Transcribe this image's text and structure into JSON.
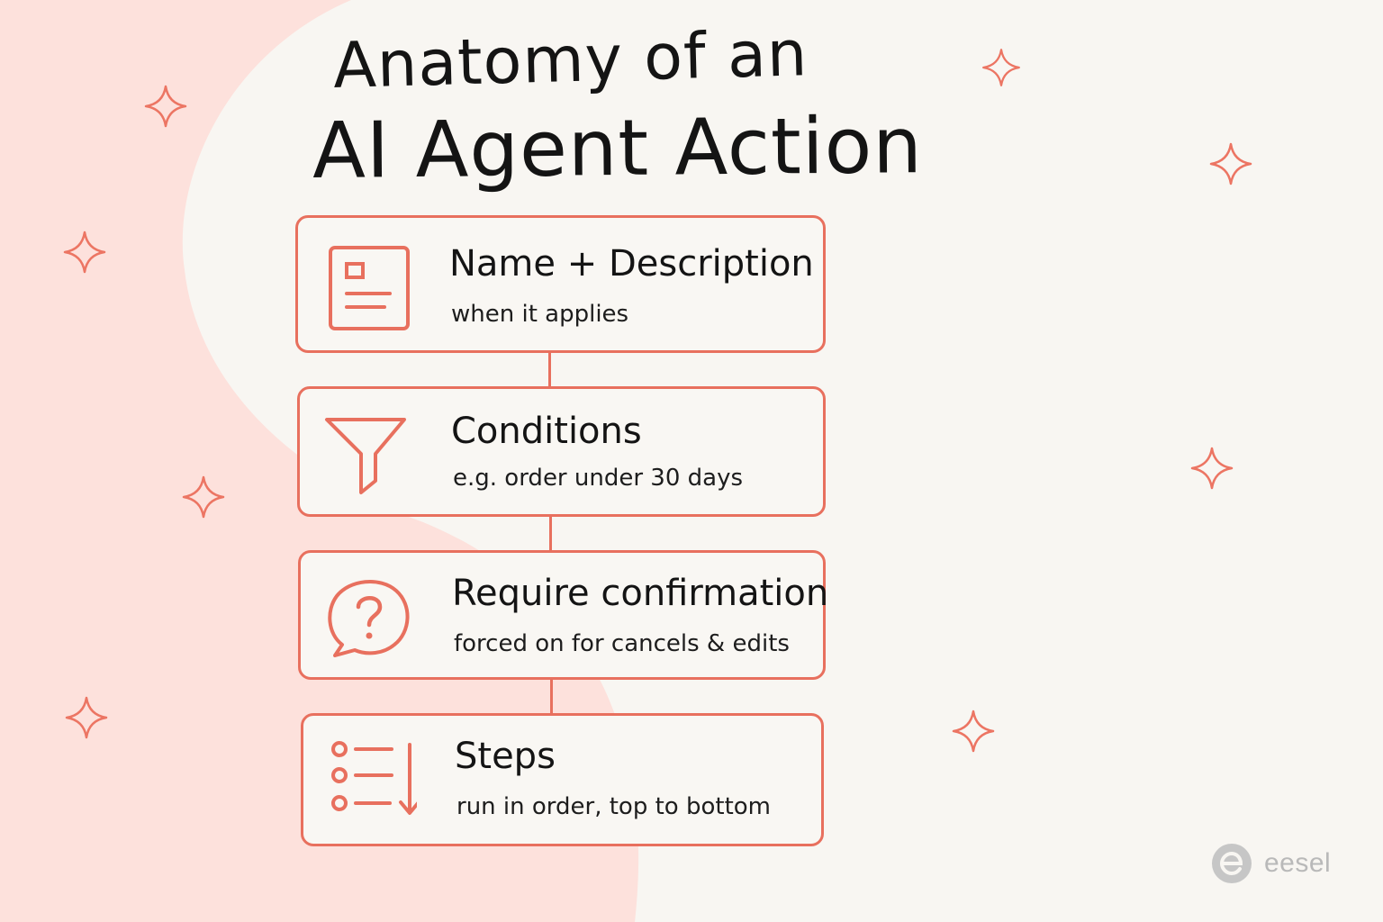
{
  "title": {
    "line1": "Anatomy of an",
    "line2": "AI Agent Action"
  },
  "colors": {
    "accent": "#e8705e",
    "background": "#f8f6f2",
    "blob": "#fde1dc",
    "text": "#141414",
    "brand": "#b9b9b9"
  },
  "steps": [
    {
      "title": "Name + Description",
      "subtitle": "when it applies",
      "icon": "document-icon"
    },
    {
      "title": "Conditions",
      "subtitle": "e.g. order under 30 days",
      "icon": "funnel-icon"
    },
    {
      "title": "Require confirmation",
      "subtitle": "forced on for cancels & edits",
      "icon": "question-bubble-icon"
    },
    {
      "title": "Steps",
      "subtitle": "run in order, top to bottom",
      "icon": "ordered-list-icon"
    }
  ],
  "brand": {
    "name": "eesel"
  }
}
